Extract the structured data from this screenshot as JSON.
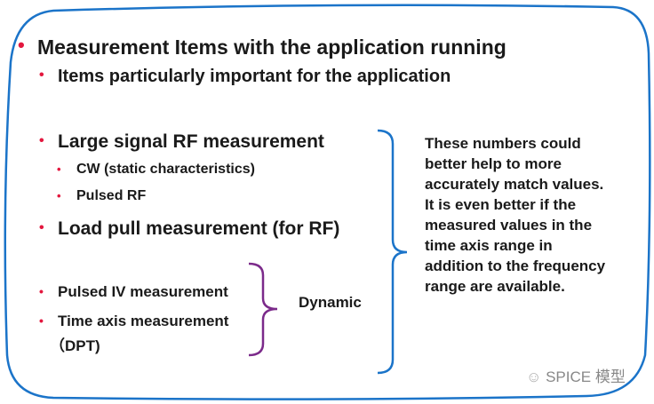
{
  "items": {
    "l1": "Measurement Items with the application running",
    "l1a": "Items particularly important for the application",
    "l2": "Large signal RF measurement",
    "l2a": "CW (static characteristics)",
    "l2b": "Pulsed RF",
    "l3": "Load pull measurement (for RF)",
    "l4": "Pulsed IV measurement",
    "l5a": "Time axis measurement",
    "l5b": "（DPT)"
  },
  "dynamic_label": "Dynamic",
  "note": [
    "These numbers could",
    "better help to more",
    "accurately match values.",
    "It is even better if the",
    "measured values in the",
    "time axis range in",
    "addition to the frequency",
    "range are available."
  ],
  "watermark": "SPICE 模型",
  "colors": {
    "border": "#1b74c9",
    "bullet": "#e3173e",
    "bracket_small": "#7b2a8a"
  }
}
